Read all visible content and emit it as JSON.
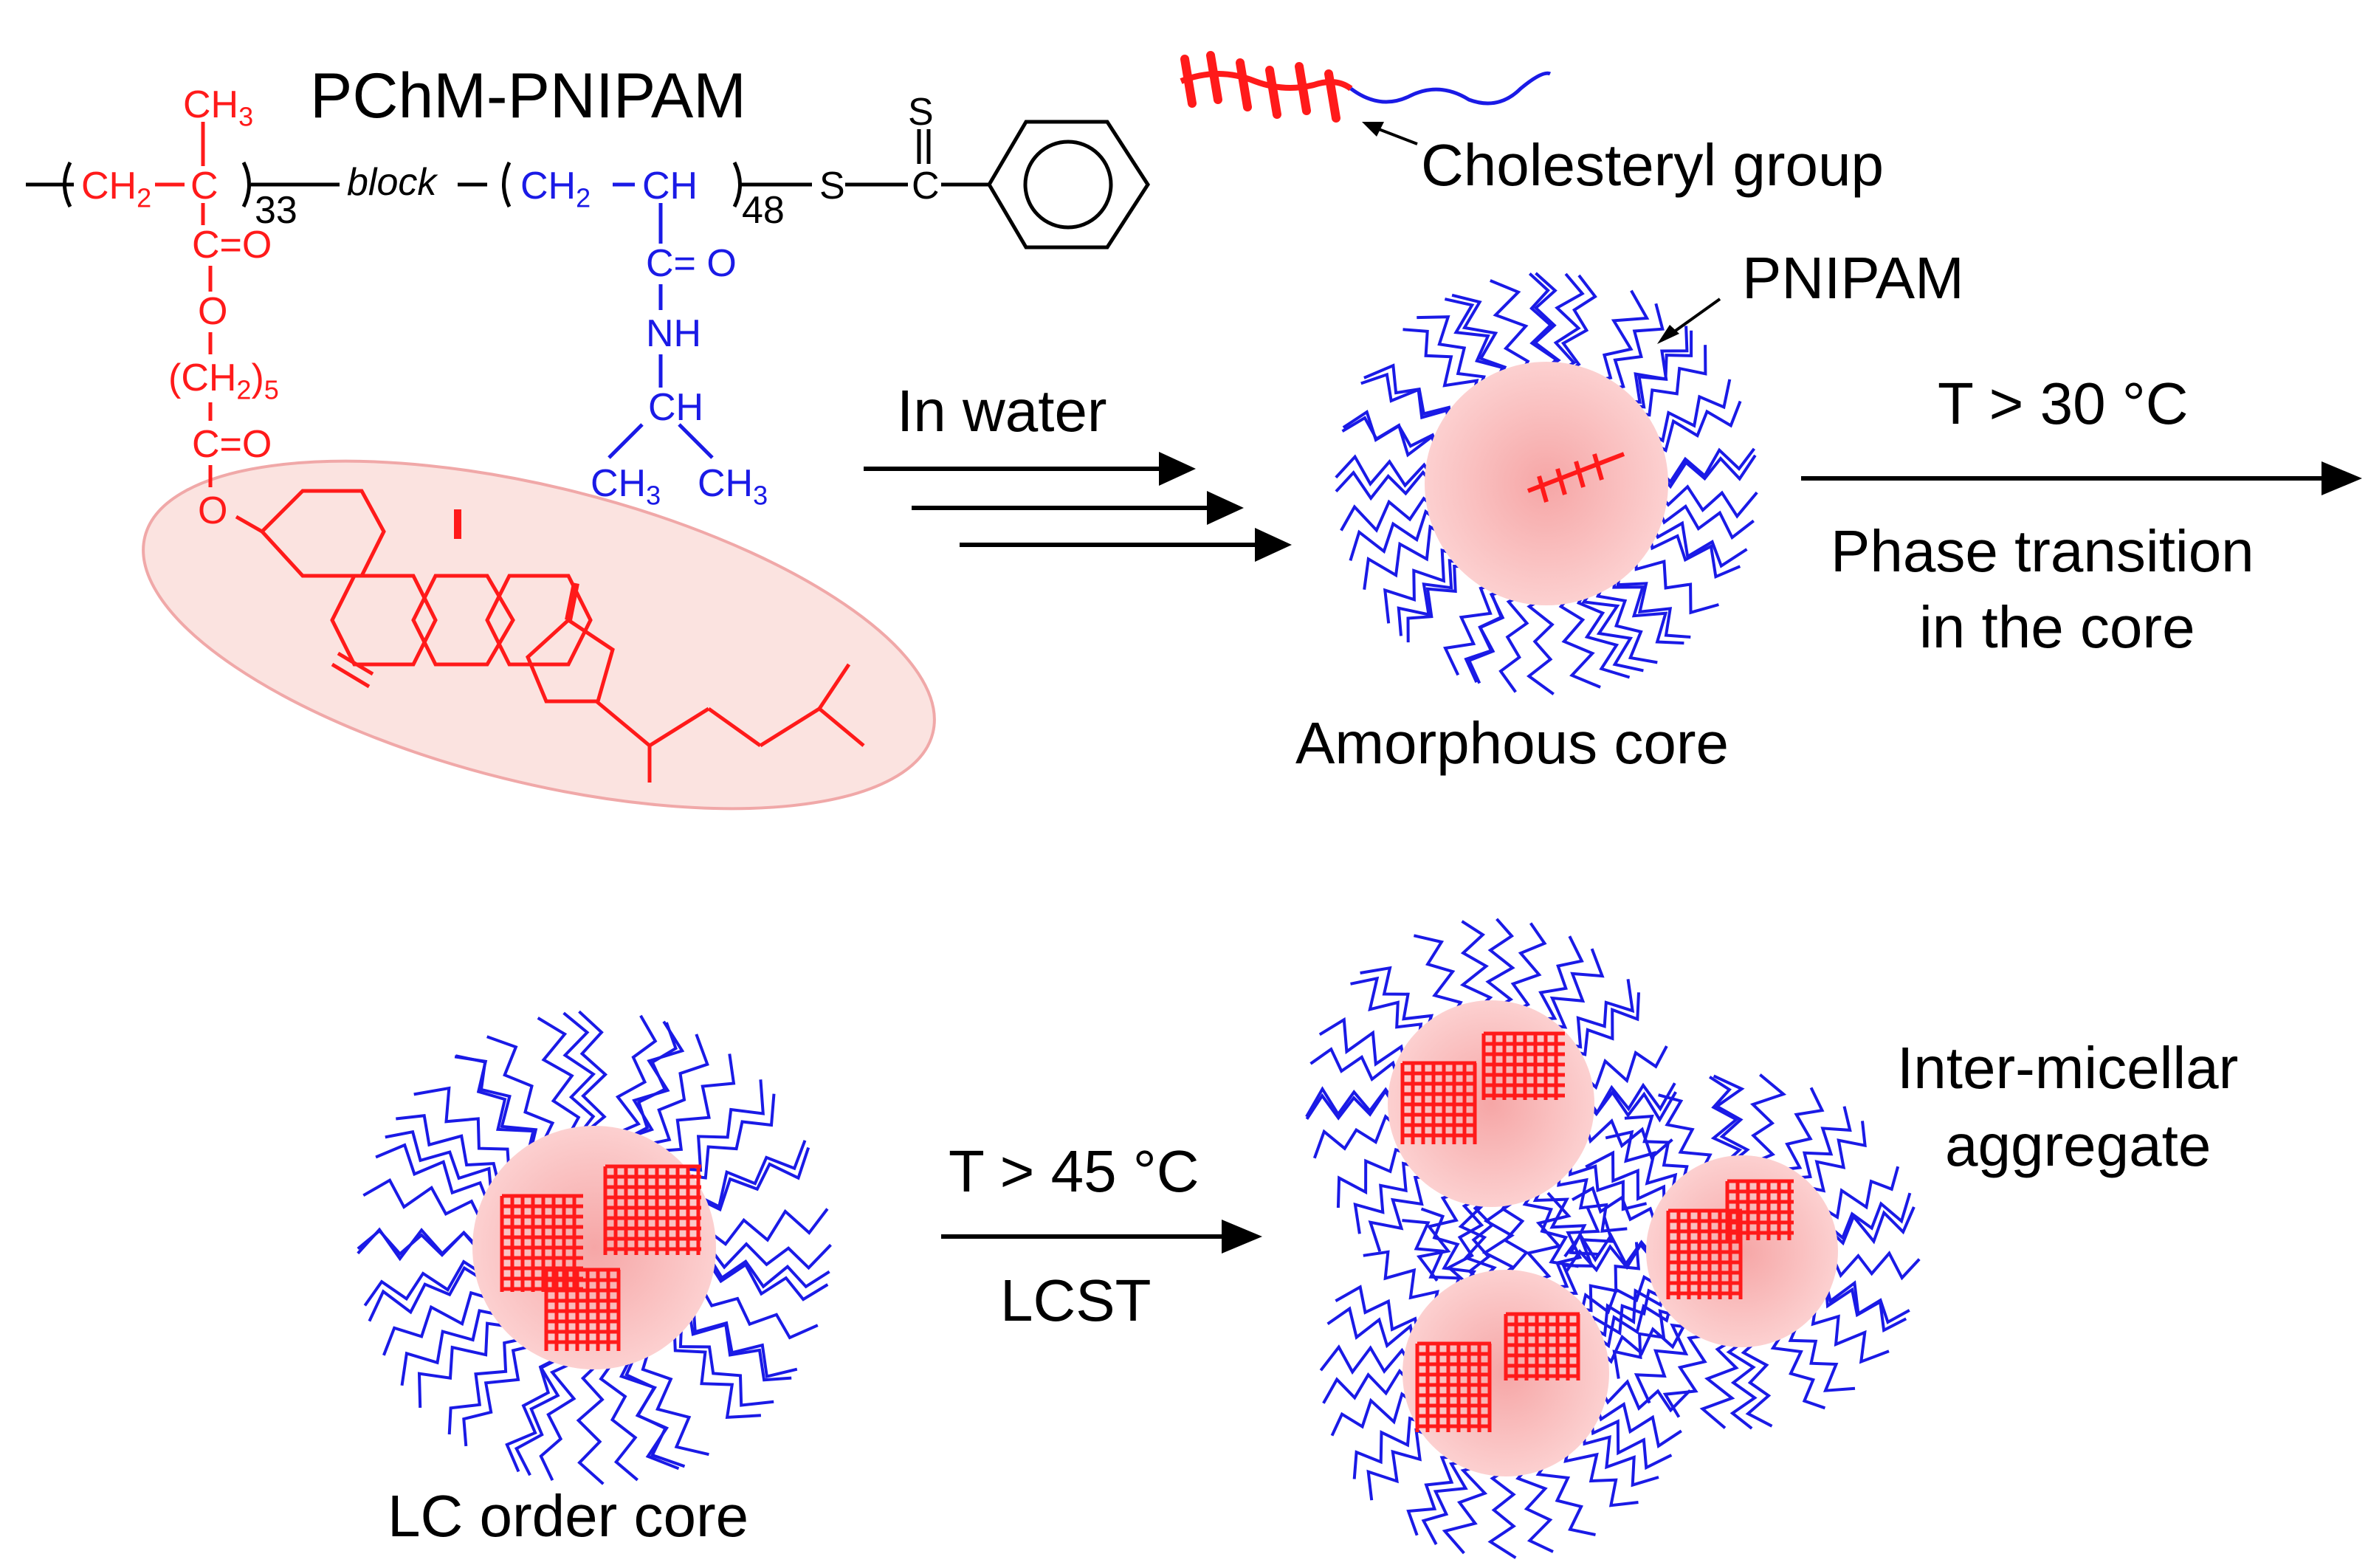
{
  "colors": {
    "polymer_red": "#ff1a1a",
    "pnipam_blue": "#1a1ae6",
    "core_pink": "#f8b4b4",
    "highlight_fill": "#fbe3e0",
    "black": "#000000"
  },
  "chem": {
    "title": "PChM-PNIPAM",
    "ch3_top": "CH",
    "ch3_top_sub": "3",
    "ch2_left": "CH",
    "ch2_left_sub": "2",
    "c_left": "C",
    "n33": "33",
    "block": "block",
    "ch2_right": "CH",
    "ch2_right_sub": "2",
    "ch_right": "CH",
    "n48": "48",
    "s_link": "S",
    "s_top": "S",
    "c_thio": "C",
    "co1": "C=O",
    "o_ester": "O",
    "ch2_5": "(CH",
    "ch2_5_sub": "2",
    "ch2_5_close": ")",
    "ch2_5_n": "5",
    "co2": "C=O",
    "o_chol": "O",
    "co_pnipam": "C= O",
    "nh": "NH",
    "ch_ipr": "CH",
    "ch3_a": "CH",
    "ch3_a_sub": "3",
    "ch3_b": "CH",
    "ch3_b_sub": "3"
  },
  "labels": {
    "cholesteryl_group": "Cholesteryl group",
    "pnipam": "PNIPAM",
    "in_water": "In water",
    "amorphous_core": "Amorphous core",
    "t_gt_30": "T > 30 °C",
    "phase_transition_1": "Phase transition",
    "phase_transition_2": "in the core",
    "lc_order_core": "LC order core",
    "t_gt_45": "T > 45 °C",
    "lcst": "LCST",
    "inter_micellar_1": "Inter-micellar",
    "inter_micellar_2": "aggregate"
  }
}
